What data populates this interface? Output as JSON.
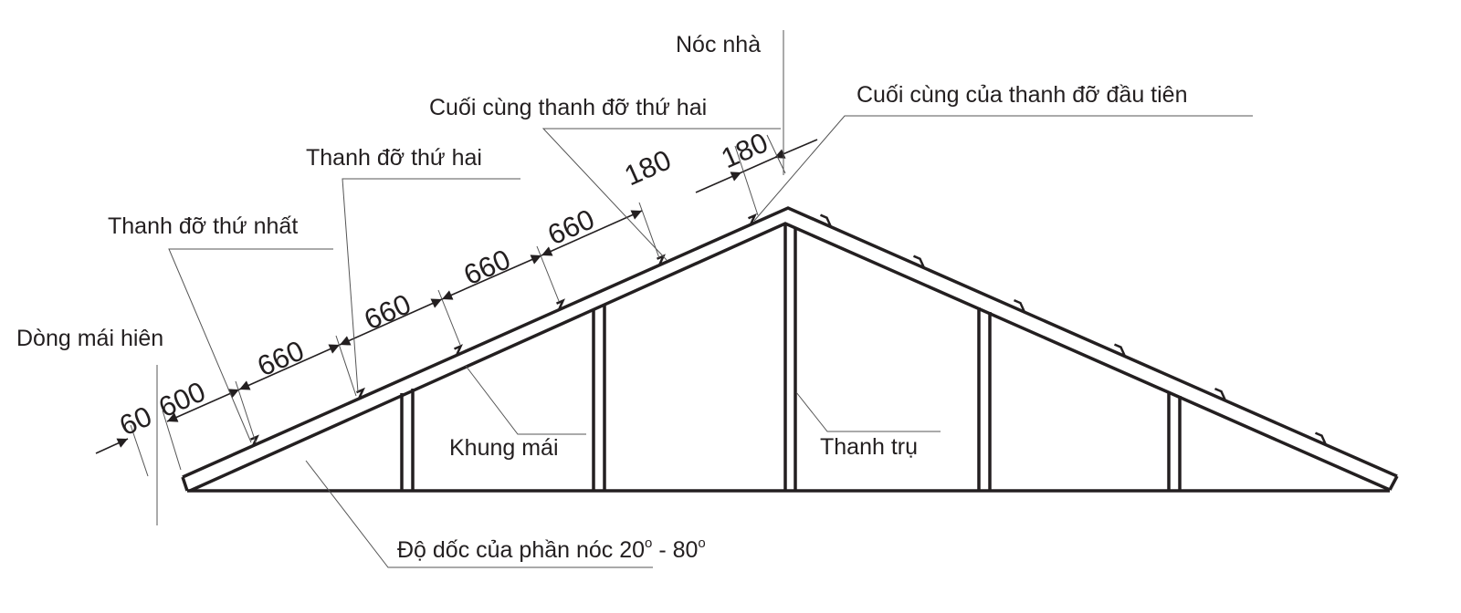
{
  "labels": {
    "ridge": "Nóc nhà",
    "end_first_purlin": "Cuối cùng của thanh đỡ đầu tiên",
    "end_second_purlin": "Cuối cùng thanh đỡ thứ hai",
    "second_purlin": "Thanh đỡ thứ hai",
    "first_purlin": "Thanh đỡ thứ nhất",
    "eave_line": "Dòng mái hiên",
    "roof_frame": "Khung mái",
    "post": "Thanh trụ",
    "slope_prefix": "Độ dốc của phần nóc 20",
    "slope_mid": " - 80",
    "degree": "o"
  },
  "dimensions": [
    "60",
    "600",
    "660",
    "660",
    "660",
    "660",
    "180",
    "180"
  ]
}
